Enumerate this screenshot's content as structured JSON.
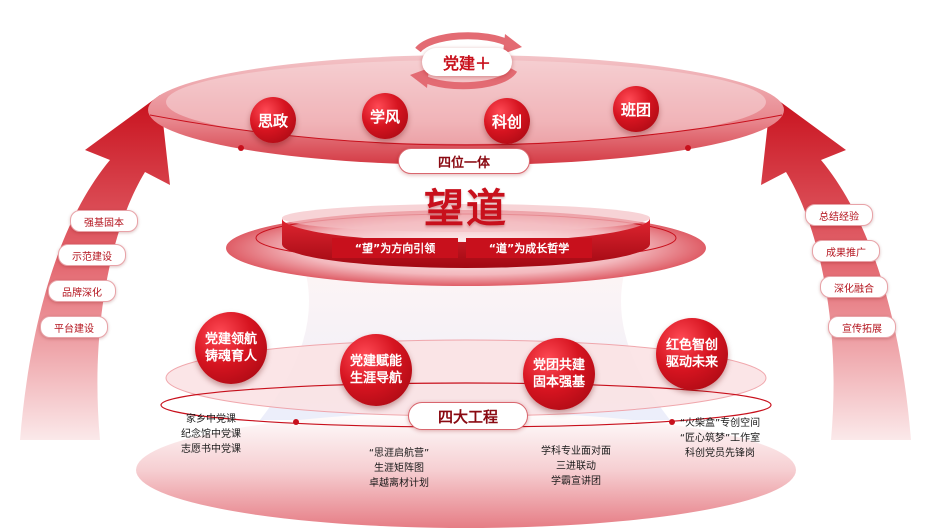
{
  "top": {
    "cycle_label": "党建＋",
    "items": [
      "思政",
      "学风",
      "科创",
      "班团"
    ],
    "band_label": "四位一体"
  },
  "middle": {
    "title": "望道",
    "tags": [
      "“望”为方向引领",
      "“道”为成长哲学"
    ]
  },
  "left_arrow": {
    "items": [
      "强基固本",
      "示范建设",
      "品牌深化",
      "平台建设"
    ]
  },
  "right_arrow": {
    "items": [
      "总结经验",
      "成果推广",
      "深化融合",
      "宣传拓展"
    ]
  },
  "bottom": {
    "band_label": "四大工程",
    "projects": [
      {
        "line1": "党建领航",
        "line2": "铸魂育人",
        "details": [
          "家乡中党课",
          "纪念馆中党课",
          "志愿书中党课"
        ]
      },
      {
        "line1": "党建赋能",
        "line2": "生涯导航",
        "details": [
          "“思涯启航营”",
          "生涯矩阵图",
          "卓越离材计划"
        ]
      },
      {
        "line1": "党团共建",
        "line2": "固本强基",
        "details": [
          "学科专业面对面",
          "三进联动",
          "学霸宣讲团"
        ]
      },
      {
        "line1": "红色智创",
        "line2": "驱动未来",
        "details": [
          "“火柴盒”专创空间",
          "“匠心筑梦”工作室",
          "科创党员先锋岗"
        ]
      }
    ]
  },
  "colors": {
    "primary": "#c8101c",
    "dark": "#8a0a12",
    "light": "#f7d2d5"
  }
}
